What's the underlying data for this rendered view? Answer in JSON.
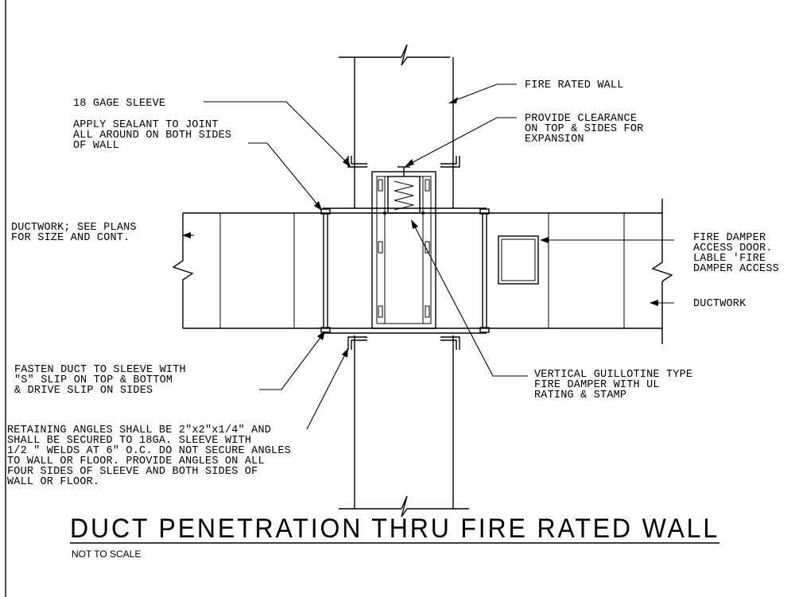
{
  "drawing": {
    "title": "DUCT PENETRATION THRU FIRE RATED WALL",
    "subtitle": "NOT TO SCALE"
  },
  "callouts": {
    "fire_rated_wall": [
      "FIRE RATED WALL"
    ],
    "sleeve": [
      "18 GAGE SLEEVE"
    ],
    "sealant": [
      "APPLY SEALANT TO JOINT",
      "ALL AROUND ON BOTH SIDES",
      "OF WALL"
    ],
    "clearance": [
      "PROVIDE CLEARANCE",
      "ON TOP & SIDES FOR",
      "EXPANSION"
    ],
    "ductwork_left": [
      "DUCTWORK; SEE PLANS",
      "FOR SIZE AND CONT."
    ],
    "access_door": [
      "FIRE DAMPER",
      "ACCESS DOOR.",
      "LABLE 'FIRE",
      "DAMPER ACCESS"
    ],
    "ductwork_right": [
      "DUCTWORK"
    ],
    "fasten": [
      "FASTEN DUCT TO SLEEVE WITH",
      "\"S\" SLIP ON TOP & BOTTOM",
      "& DRIVE SLIP ON SIDES"
    ],
    "guillotine": [
      "VERTICAL GUILLOTINE TYPE",
      "FIRE DAMPER WITH UL",
      "RATING & STAMP"
    ],
    "retaining": [
      "RETAINING ANGLES SHALL BE 2\"x2\"x1/4\"  AND",
      "SHALL BE  SECURED TO 18GA. SLEEVE WITH",
      "1/2 \"  WELDS AT 6\" O.C. DO NOT SECURE ANGLES",
      "TO WALL OR FLOOR. PROVIDE ANGLES ON ALL",
      "FOUR SIDES OF SLEEVE AND BOTH SIDES OF",
      "WALL OR FLOOR."
    ]
  }
}
